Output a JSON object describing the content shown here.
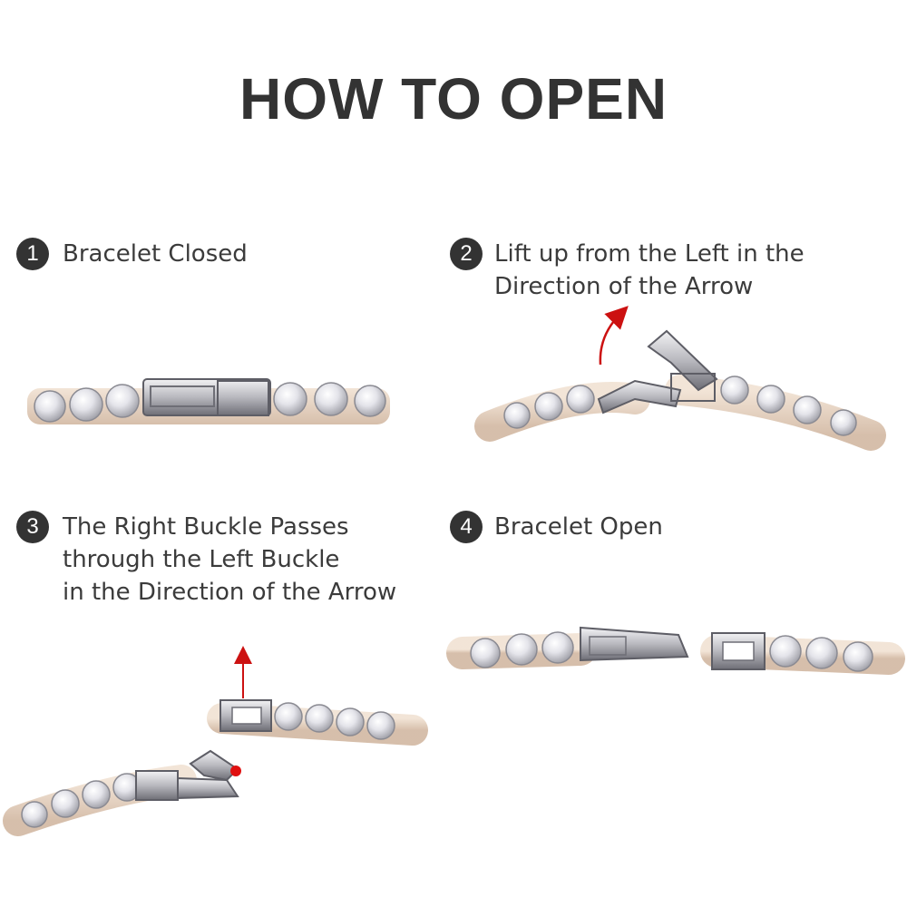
{
  "title": "HOW TO OPEN",
  "steps": [
    {
      "number": "1",
      "lines": [
        "Bracelet Closed"
      ]
    },
    {
      "number": "2",
      "lines": [
        "Lift up from the Left in the",
        "Direction of the Arrow"
      ]
    },
    {
      "number": "3",
      "lines": [
        "The Right Buckle Passes",
        "through the Left Buckle",
        "in the Direction of the Arrow"
      ]
    },
    {
      "number": "4",
      "lines": [
        "Bracelet Open"
      ]
    }
  ],
  "colors": {
    "text": "#333333",
    "badge": "#333333",
    "arrow": "#cc1111",
    "metal": "#c9c9cc",
    "gold": "#c9a27a"
  },
  "icons": {
    "arrow": "curved-red-arrow",
    "dot": "red-dot"
  }
}
